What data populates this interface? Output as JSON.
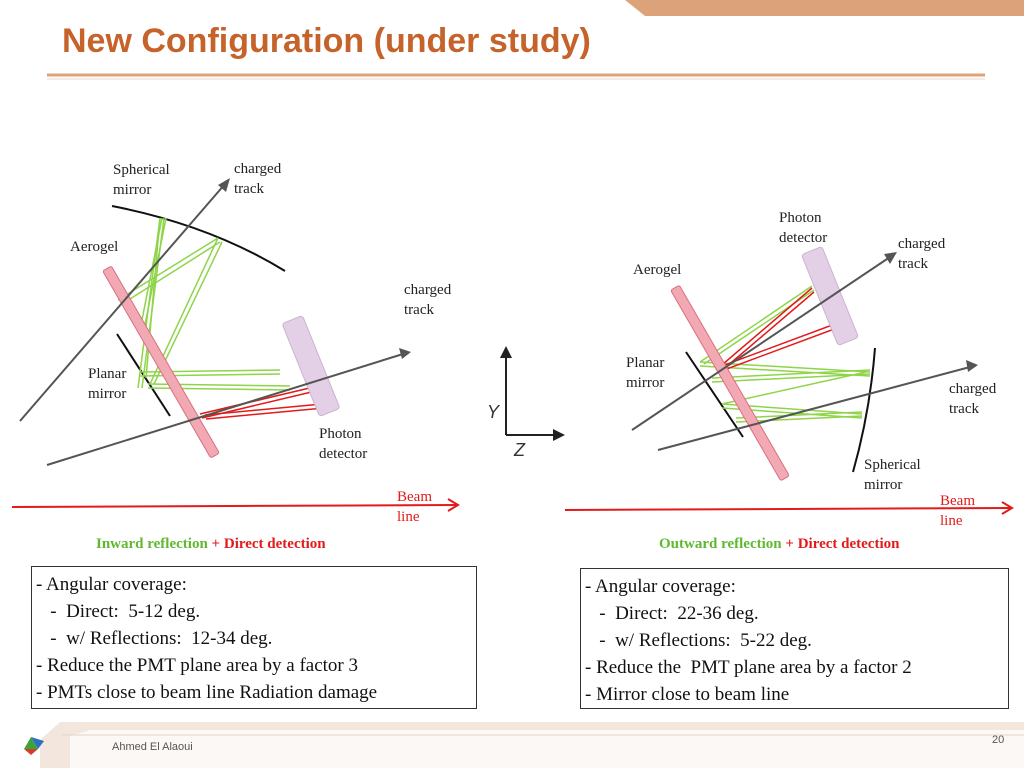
{
  "title": "New Configuration (under study)",
  "colors": {
    "title": "#c5632b",
    "beam": "#e21a1a",
    "green_rays": "#8fd44a",
    "red_rays": "#e21a1a"
  },
  "left": {
    "spherical_mirror": "Spherical\nmirror",
    "charged_track_top": "charged\ntrack",
    "aerogel": "Aerogel",
    "charged_track_right": "charged\ntrack",
    "planar_mirror": "Planar\nmirror",
    "photon_detector": "Photon\ndetector",
    "beam_line": "Beam\nline",
    "caption_green": "Inward  reflection",
    "caption_plus": "+",
    "caption_red": "Direct detection",
    "notes": [
      "- Angular coverage:",
      "   -  Direct:  5-12 deg.",
      "   -  w/ Reflections:  12-34 deg.",
      "- Reduce the PMT plane area by a factor 3",
      "- PMTs close to beam line Radiation damage"
    ]
  },
  "axes": {
    "y": "Y",
    "z": "Z"
  },
  "right": {
    "photon_detector": "Photon\ndetector",
    "charged_track_top": "charged\ntrack",
    "aerogel": "Aerogel",
    "planar_mirror": "Planar\nmirror",
    "charged_track_right": "charged\ntrack",
    "spherical_mirror": "Spherical\nmirror",
    "beam_line": "Beam\nline",
    "caption_green": "Outward  reflection",
    "caption_plus": "+",
    "caption_red": "Direct detection",
    "notes": [
      "- Angular coverage:",
      "   -  Direct:  22-36 deg.",
      "   -  w/ Reflections:  5-22 deg.",
      "- Reduce the  PMT plane area by a factor 2",
      "- Mirror close to beam line"
    ]
  },
  "footer": {
    "author": "Ahmed El Alaoui",
    "page": "20"
  }
}
